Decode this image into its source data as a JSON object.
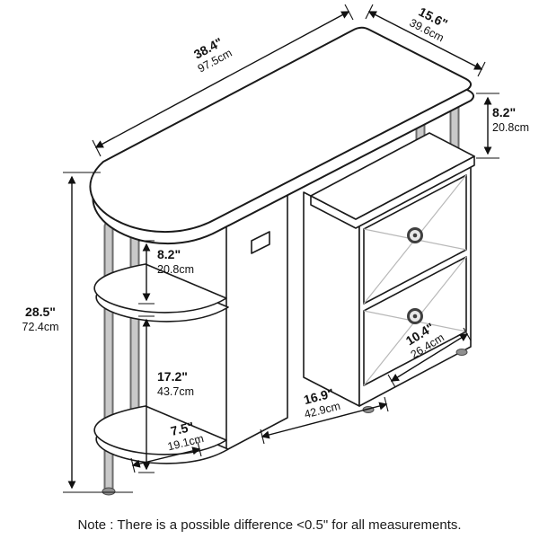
{
  "note": "Note : There is a possible difference <0.5\" for all measurements.",
  "colors": {
    "outline": "#1a1a1a",
    "post_fill": "#c9c9c9",
    "post_edge": "#6d6d6d",
    "knob": "#3f3f3f"
  },
  "dimensions": {
    "top_length": {
      "inches": "38.4\"",
      "cm": "97.5cm"
    },
    "top_depth": {
      "inches": "15.6\"",
      "cm": "39.6cm"
    },
    "desktop_to_cabinet_gap": {
      "inches": "8.2\"",
      "cm": "20.8cm"
    },
    "overall_height": {
      "inches": "28.5\"",
      "cm": "72.4cm"
    },
    "desktop_to_shelf_gap": {
      "inches": "8.2\"",
      "cm": "20.8cm"
    },
    "shelf_column_height": {
      "inches": "17.2\"",
      "cm": "43.7cm"
    },
    "shelf_depth": {
      "inches": "7.5\"",
      "cm": "19.1cm"
    },
    "base_width": {
      "inches": "16.9\"",
      "cm": "42.9cm"
    },
    "drawer_width": {
      "inches": "10.4\"",
      "cm": "26.4cm"
    }
  }
}
